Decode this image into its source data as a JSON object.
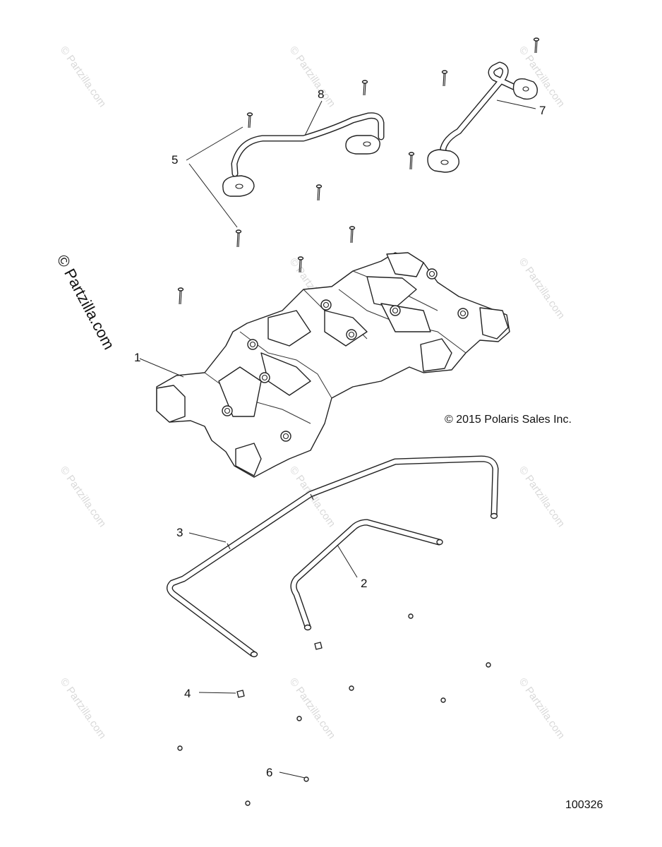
{
  "callouts": {
    "c1": "1",
    "c2": "2",
    "c3": "3",
    "c4": "4",
    "c5": "5",
    "c6": "6",
    "c7": "7",
    "c8": "8"
  },
  "copyright": "© 2015 Polaris Sales Inc.",
  "figure_number": "100326",
  "watermark": "© Partzilla.com",
  "side_watermark": "© Partzilla.com"
}
